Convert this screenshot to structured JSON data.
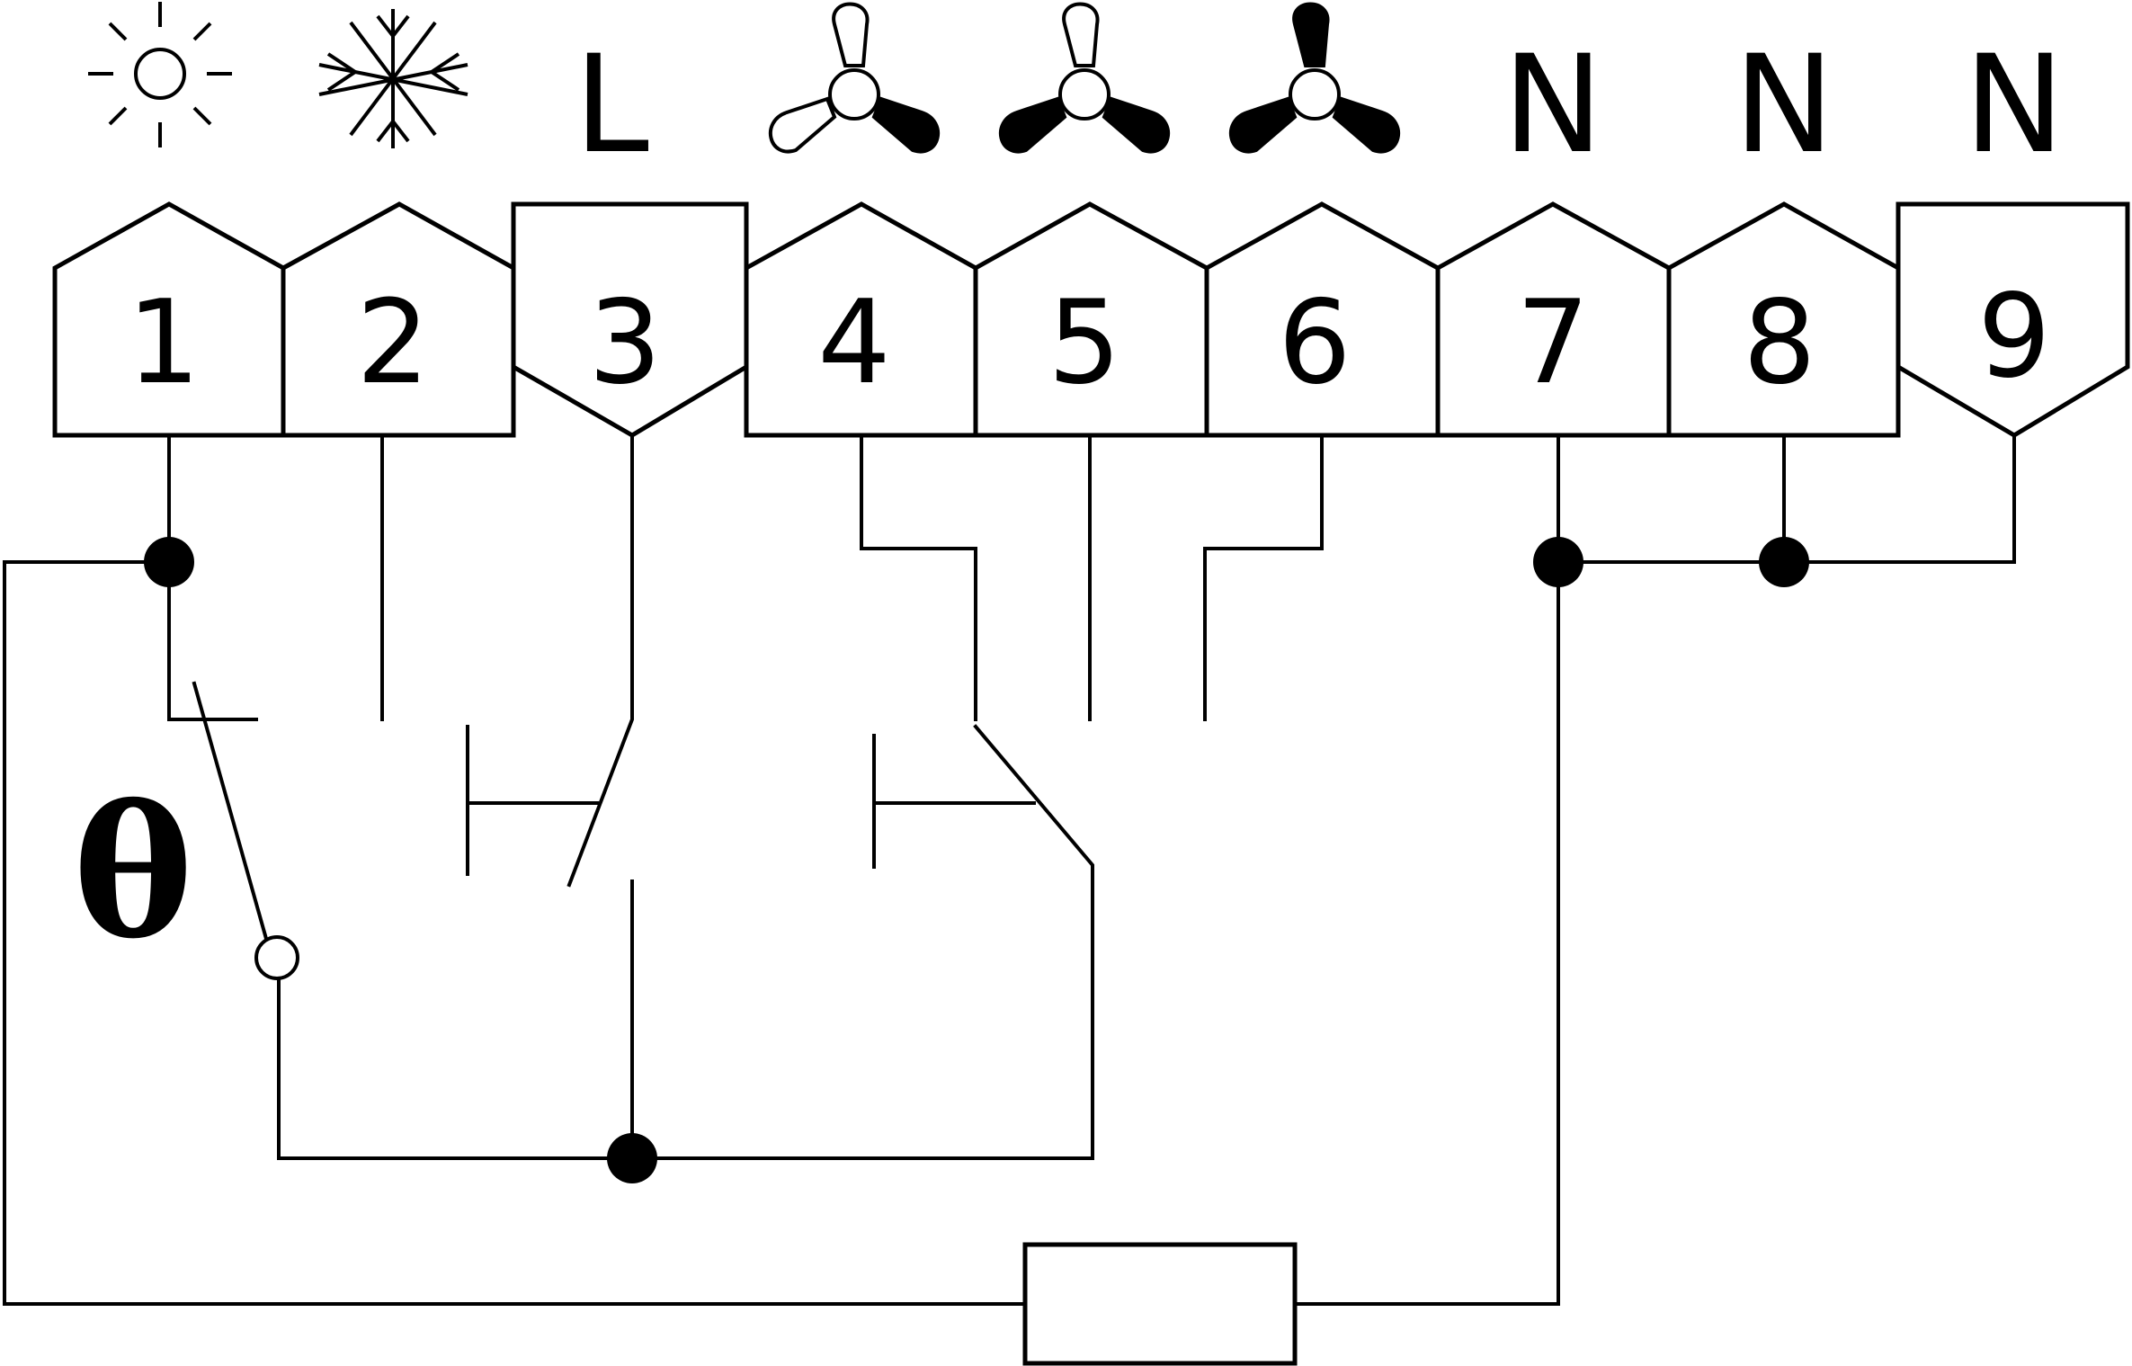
{
  "terminals": [
    {
      "number": "1",
      "icon": "sun-icon",
      "label": ""
    },
    {
      "number": "2",
      "icon": "snowflake-icon",
      "label": ""
    },
    {
      "number": "3",
      "icon": "",
      "label": "L"
    },
    {
      "number": "4",
      "icon": "fan-low-icon",
      "label": ""
    },
    {
      "number": "5",
      "icon": "fan-medium-icon",
      "label": ""
    },
    {
      "number": "6",
      "icon": "fan-high-icon",
      "label": ""
    },
    {
      "number": "7",
      "icon": "",
      "label": "N"
    },
    {
      "number": "8",
      "icon": "",
      "label": "N"
    },
    {
      "number": "9",
      "icon": "",
      "label": "N"
    }
  ],
  "thermostat_symbol": "θ",
  "colors": {
    "line": "#000000",
    "background": "#ffffff"
  }
}
